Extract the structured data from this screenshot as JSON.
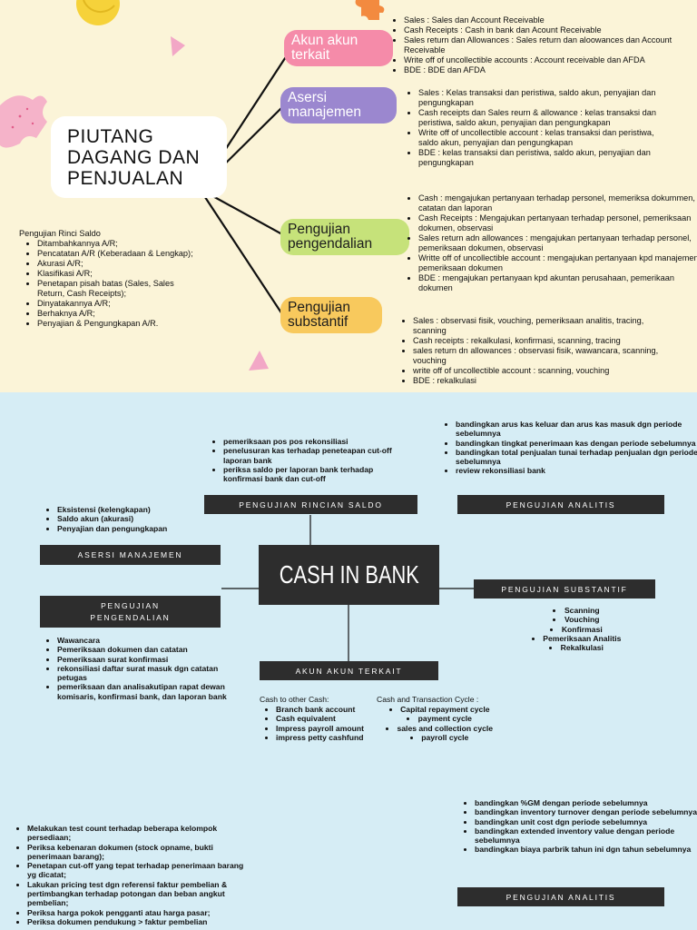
{
  "section1": {
    "title": "PIUTANG DAGANG DAN PENJUALAN",
    "nodes": {
      "akun": {
        "label": "Akun akun terkait",
        "items": [
          "Sales : Sales dan Account Receivable",
          "Cash Receipts : Cash in bank dan Acount Receivable",
          "Sales return dan Allowances : Sales return dan aloowances dan Account Receivable",
          "Write off of uncollectible accounts : Account receivable dan AFDA",
          "BDE : BDE dan AFDA"
        ]
      },
      "asersi": {
        "label": "Asersi manajemen",
        "items": [
          "Sales : Kelas transaksi dan peristiwa, saldo akun, penyajian dan pengungkapan",
          "Cash receipts dan Sales reurn & allowance : kelas transaksi dan peristiwa, saldo akun, penyajian dan pengungkapan",
          "Write off of uncollectible account : kelas transaksi dan peristiwa, saldo akun, penyajian dan pengungkapan",
          "BDE : kelas transaksi dan peristiwa, saldo akun, penyajian dan pengungkapan"
        ]
      },
      "pengendalian": {
        "label": "Pengujian pengendalian",
        "items": [
          "Cash : mengajukan pertanyaan terhadap personel, memeriksa dokummen, catatan dan laporan",
          "Cash Receipts : Mengajukan pertanyaan terhadap personel, pemeriksaan dokumen, observasi",
          "Sales return adn allowances : mengajukan pertanyaan terhadap personel, pemeriksaan dokumen, observasi",
          "Writte off of uncollectible account : mengajukan pertanyaan kpd manajemen, pemeriksaan dokumen",
          "BDE : mengajukan pertanyaan kpd akuntan perusahaan, pemerikaan dokumen"
        ]
      },
      "substantif": {
        "label": "Pengujian substantif",
        "items": [
          "Sales : observasi fisik, vouching, pemeriksaan analitis, tracing, scanning",
          "Cash receipts : rekalkulasi, konfirmasi, scanning, tracing",
          "sales return  dn allowances : observasi fisik, wawancara, scanning, vouching",
          "write off of uncollectible account : scanning, vouching",
          "BDE : rekalkulasi"
        ]
      }
    },
    "rinci": {
      "heading": "Pengujian Rinci Saldo",
      "items": [
        "Ditambahkannya A/R;",
        "Pencatatan A/R (Keberadaan & Lengkap);",
        "Akurasi A/R;",
        "Klasifikasi A/R;",
        "Penetapan pisah batas (Sales, Sales Return, Cash Receipts);",
        "Dinyatakannya A/R;",
        "Berhaknya A/R;",
        "Penyajian & Pengungkapan A/R."
      ]
    }
  },
  "section2": {
    "center": "CASH IN BANK",
    "rinci": {
      "label": "PENGUJIAN RINCIAN SALDO",
      "items": [
        "pemeriksaan pos pos rekonsiliasi",
        "penelusuran kas terhadap peneteapan cut-off laporan bank",
        "periksa saldo per laporan bank terhadap konfirmasi bank dan cut-off"
      ]
    },
    "analitis": {
      "label": "PENGUJIAN ANALITIS",
      "items": [
        "bandingkan arus kas keluar dan arus kas masuk dgn periode sebelumnya",
        "bandingkan tingkat penerimaan kas dengan periode sebelumnya",
        "bandingkan total penjualan tunai terhadap penjualan dgn periode sebelumnya",
        "review rekonsiliasi bank"
      ]
    },
    "asersi": {
      "label": "ASERSI MANAJEMEN",
      "items": [
        "Eksistensi (kelengkapan)",
        "Saldo akun (akurasi)",
        "Penyajian dan pengungkapan"
      ]
    },
    "substantif": {
      "label": "PENGUJIAN SUBSTANTIF",
      "items": [
        "Scanning",
        "Vouching",
        "Konfirmasi",
        "Pemeriksaan Analitis",
        "Rekalkulasi"
      ]
    },
    "pengendalian": {
      "label": "PENGUJIAN PENGENDALIAN",
      "items": [
        "Wawancara",
        "Pemeriksaan dokumen dan catatan",
        "Pemeriksaan surat konfirmasi",
        "rekonsiliasi daftar surat masuk dgn catatan petugas",
        "pemeriksaan dan analisakutipan rapat dewan komisaris, konfirmasi bank, dan laporan bank"
      ]
    },
    "akun": {
      "label": "AKUN AKUN TERKAIT",
      "col1_heading": "Cash to other Cash:",
      "col1_items": [
        "Branch bank account",
        "Cash equivalent",
        "Impress payroll amount",
        "impress petty cashfund"
      ],
      "col2_heading": "Cash and Transaction Cycle :",
      "col2_items": [
        "Capital repayment cycle",
        "payment cycle",
        "sales and collection cycle",
        "payroll cycle"
      ]
    },
    "bottom_left": {
      "items": [
        "Melakukan test count terhadap beberapa kelompok persediaan;",
        "Periksa kebenaran dokumen (stock opname, bukti penerimaan barang);",
        "Penetapan cut-off yang tepat terhadap penerimaan barang yg dicatat;",
        "Lakukan pricing test dgn referensi faktur pembelian & pertimbangkan terhadap potongan dan beban angkut pembelian;",
        "Periksa harga pokok pengganti atau harga pasar;",
        "Periksa dokumen pendukung > faktur pembelian"
      ]
    },
    "analitis2": {
      "label": "PENGUJIAN ANALITIS",
      "items": [
        "bandingkan %GM dengan periode sebelumnya",
        "bandingkan inventory turnover dengan periode sebelumnya",
        "bandingkan unit cost dgn periode sebelumnya",
        "bandingkan extended inventory value dengan periode sebelumnya",
        "bandingkan biaya parbrik tahun ini dgn tahun sebelumnya"
      ]
    }
  },
  "colors": {
    "cream": "#fbf4d8",
    "light_blue": "#d6edf5",
    "pink": "#f58ba9",
    "purple": "#9b87cf",
    "green": "#c6e27a",
    "yellow": "#f8c95d",
    "dark_bar": "#2d2d2d"
  }
}
